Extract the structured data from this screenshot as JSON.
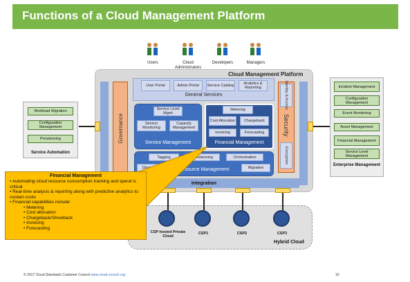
{
  "slide": {
    "title": "Functions of a Cloud Management Platform",
    "footer_copyright": "© 2017 Cloud Standards Customer Council",
    "footer_url": "www.cloud-council.org",
    "page_number": "10"
  },
  "users": [
    {
      "label": "Users"
    },
    {
      "label": "Cloud Administrators"
    },
    {
      "label": "Developers"
    },
    {
      "label": "Managers"
    }
  ],
  "platform": {
    "title": "Cloud Management Platform",
    "governance": "Governance",
    "integration": "Integration",
    "security": {
      "title": "Security",
      "identity": "Identity & Access",
      "encryption": "Encryption"
    },
    "general_services": {
      "title": "General Services",
      "items": [
        "User Portal",
        "Admin Portal",
        "Service Catalog",
        "Analytics & Reporting"
      ]
    },
    "service_management": {
      "title": "Service Management",
      "items": [
        "Service Level Mgmt",
        "Service Monitoring",
        "Capacity Management"
      ]
    },
    "financial_management": {
      "title": "Financial Management",
      "items": [
        "Metering",
        "Cost Allocation",
        "Chargeback",
        "Invoicing",
        "Forecasting"
      ]
    },
    "resource_management": {
      "title": "Resource Management",
      "items": [
        "Tagging",
        "Provisioning",
        "Orchestration",
        "Discovery",
        "Migration"
      ]
    }
  },
  "service_automation": {
    "title": "Service Automation",
    "items": [
      "Workload Migration",
      "Configuration Management",
      "Provisioning"
    ]
  },
  "enterprise_management": {
    "title": "Enterprise Management",
    "items": [
      "Incident Management",
      "Configuration Management",
      "Event Monitoring",
      "Asset Management",
      "Financial Management",
      "Service Level Management"
    ]
  },
  "hybrid_cloud": {
    "title": "Hybrid Cloud",
    "csps": [
      "CSP hosted Private Cloud",
      "CSP1",
      "CSP2",
      "CSP3"
    ]
  },
  "callout": {
    "title": "Financial Management",
    "bullets": [
      "Automating cloud resource consumption tracking and spend is critical",
      "Real-time analysis & reporting along with predictive analytics to contain costs",
      "Financial capabilities include:"
    ],
    "sub_bullets": [
      "Metering",
      "Cost allocation",
      "Chargeback/Showback",
      "Invoicing",
      "Forecasting"
    ]
  }
}
